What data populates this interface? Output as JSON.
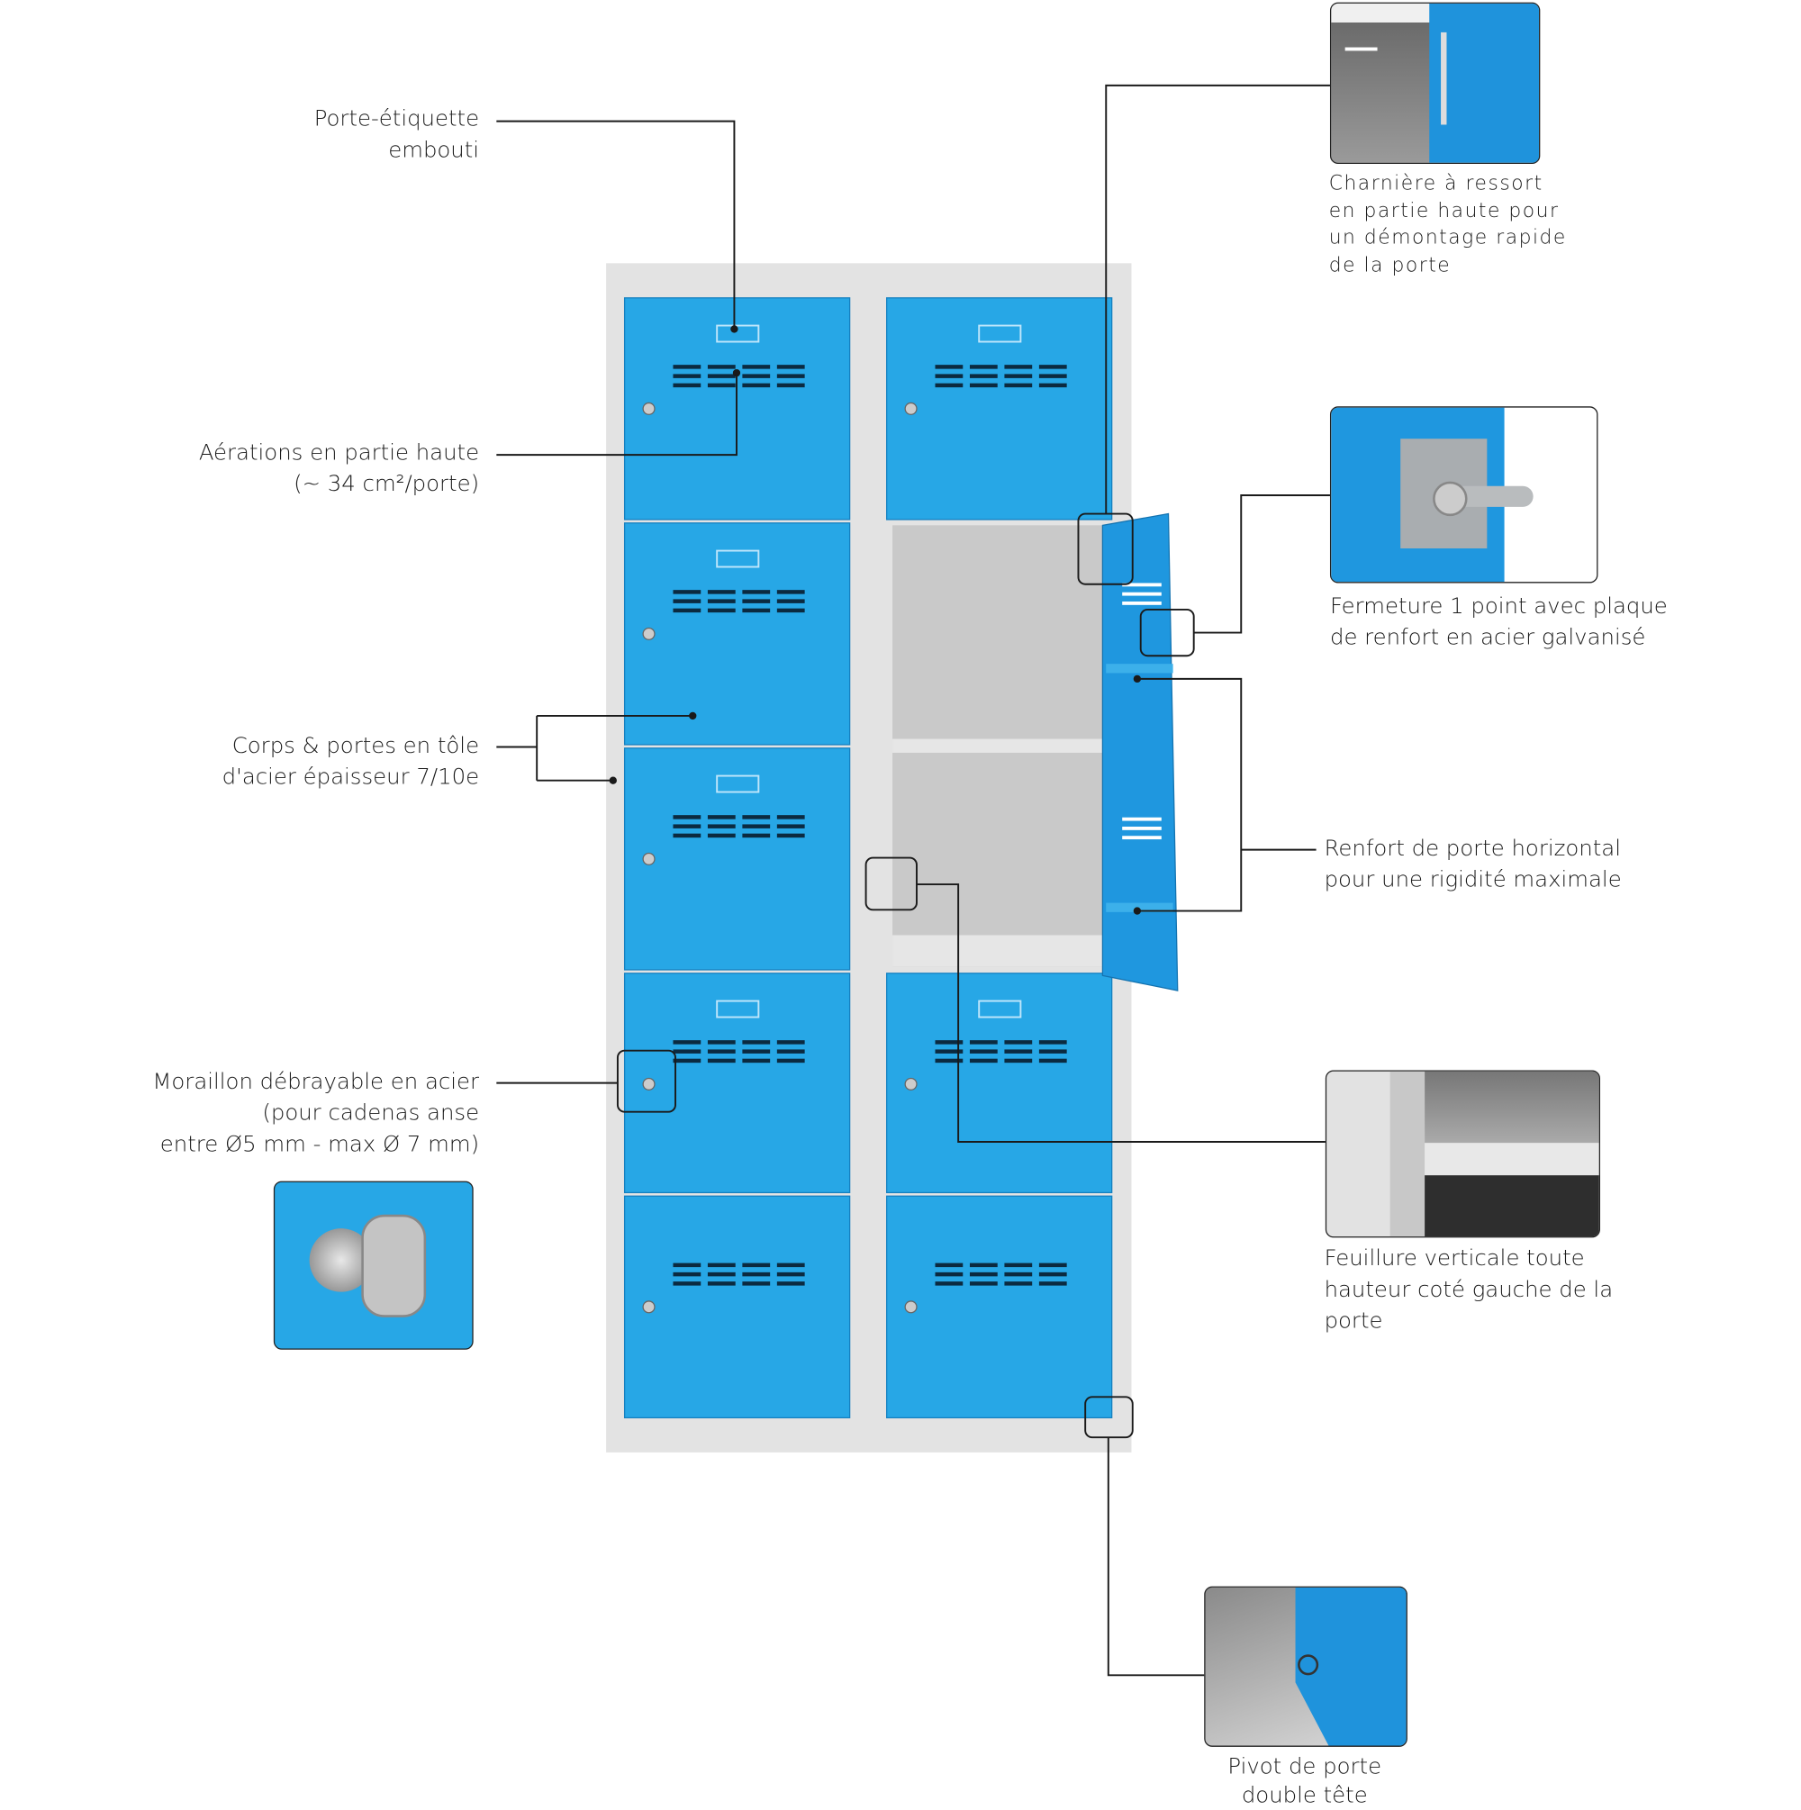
{
  "colors": {
    "door_blue": "#27a7e6",
    "frame_gray": "#e3e3e3",
    "interior_gray": "#c9c9c9",
    "line": "#1a1a1a"
  },
  "callouts": {
    "porte_etiquette": [
      "Porte-étiquette",
      "embouti"
    ],
    "aerations": [
      "Aérations en partie haute",
      "(~ 34 cm²/porte)"
    ],
    "corps": [
      "Corps & portes en tôle",
      "d'acier épaisseur 7/10e"
    ],
    "moraillon": [
      "Moraillon débrayable en acier",
      "(pour cadenas anse",
      "entre Ø5 mm - max Ø 7 mm)"
    ],
    "charniere": [
      "Charnière à ressort",
      "en partie haute pour",
      "un démontage rapide",
      "de la porte"
    ],
    "fermeture": [
      "Fermeture 1 point avec plaque",
      "de renfort en acier galvanisé"
    ],
    "renfort": [
      "Renfort de porte horizontal",
      "pour une rigidité maximale"
    ],
    "feuillure": [
      "Feuillure verticale toute",
      "hauteur coté gauche de la",
      "porte"
    ],
    "pivot": [
      "Pivot de porte",
      "double tête"
    ]
  }
}
